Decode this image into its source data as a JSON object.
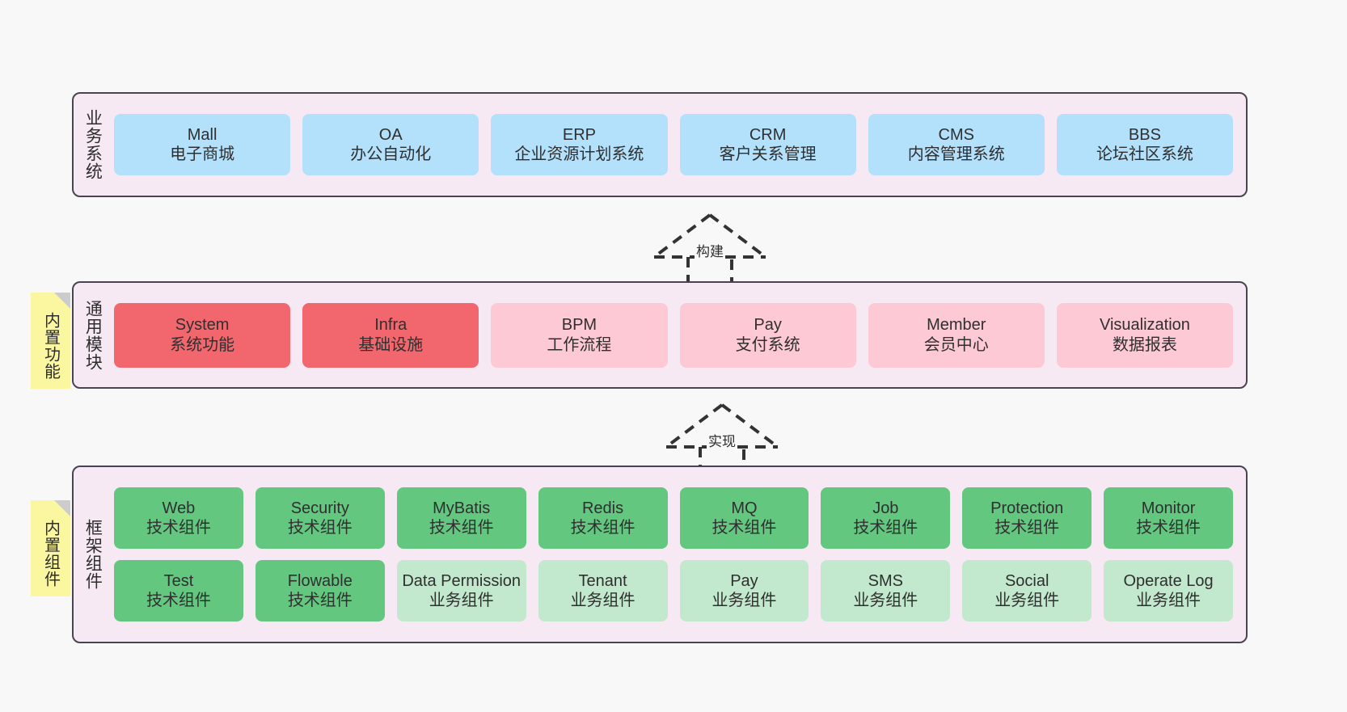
{
  "canvas": {
    "background": "#f8f8f8",
    "panel_bg": "#f7e9f4",
    "panel_border": "#4a4452"
  },
  "layers": [
    {
      "key": "business",
      "title": "业务系统",
      "rows": [
        {
          "cards": [
            {
              "en": "Mall",
              "cn": "电子商城",
              "style": "blue"
            },
            {
              "en": "OA",
              "cn": "办公自动化",
              "style": "blue"
            },
            {
              "en": "ERP",
              "cn": "企业资源计划系统",
              "style": "blue"
            },
            {
              "en": "CRM",
              "cn": "客户关系管理",
              "style": "blue"
            },
            {
              "en": "CMS",
              "cn": "内容管理系统",
              "style": "blue"
            },
            {
              "en": "BBS",
              "cn": "论坛社区系统",
              "style": "blue"
            }
          ]
        }
      ]
    },
    {
      "key": "modules",
      "title": "通用模块",
      "note": "内置功能",
      "rows": [
        {
          "cards": [
            {
              "en": "System",
              "cn": "系统功能",
              "style": "redbox"
            },
            {
              "en": "Infra",
              "cn": "基础设施",
              "style": "redbox"
            },
            {
              "en": "BPM",
              "cn": "工作流程",
              "style": "pink"
            },
            {
              "en": "Pay",
              "cn": "支付系统",
              "style": "pink"
            },
            {
              "en": "Member",
              "cn": "会员中心",
              "style": "pink"
            },
            {
              "en": "Visualization",
              "cn": "数据报表",
              "style": "pink"
            }
          ]
        }
      ]
    },
    {
      "key": "framework",
      "title": "框架组件",
      "note": "内置组件",
      "rows": [
        {
          "cards": [
            {
              "en": "Web",
              "cn": "技术组件",
              "style": "green"
            },
            {
              "en": "Security",
              "cn": "技术组件",
              "style": "green"
            },
            {
              "en": "MyBatis",
              "cn": "技术组件",
              "style": "green"
            },
            {
              "en": "Redis",
              "cn": "技术组件",
              "style": "green"
            },
            {
              "en": "MQ",
              "cn": "技术组件",
              "style": "green"
            },
            {
              "en": "Job",
              "cn": "技术组件",
              "style": "green"
            },
            {
              "en": "Protection",
              "cn": "技术组件",
              "style": "green"
            },
            {
              "en": "Monitor",
              "cn": "技术组件",
              "style": "green"
            }
          ]
        },
        {
          "cards": [
            {
              "en": "Test",
              "cn": "技术组件",
              "style": "green"
            },
            {
              "en": "Flowable",
              "cn": "技术组件",
              "style": "green"
            },
            {
              "en": "Data Permission",
              "cn": "业务组件",
              "style": "mint"
            },
            {
              "en": "Tenant",
              "cn": "业务组件",
              "style": "mint"
            },
            {
              "en": "Pay",
              "cn": "业务组件",
              "style": "mint"
            },
            {
              "en": "SMS",
              "cn": "业务组件",
              "style": "mint"
            },
            {
              "en": "Social",
              "cn": "业务组件",
              "style": "mint"
            },
            {
              "en": "Operate Log",
              "cn": "业务组件",
              "style": "mint"
            }
          ]
        }
      ]
    }
  ],
  "connectors": [
    {
      "key": "build",
      "label": "构建"
    },
    {
      "key": "implement",
      "label": "实现"
    }
  ],
  "colors": {
    "blue": "#b3e0fb",
    "red": "#f2676e",
    "pink": "#fcc9d4",
    "green": "#63c780",
    "mint": "#c2e8cd",
    "note_yellow": "#fbf7a0",
    "note_fold": "#cccccc"
  }
}
